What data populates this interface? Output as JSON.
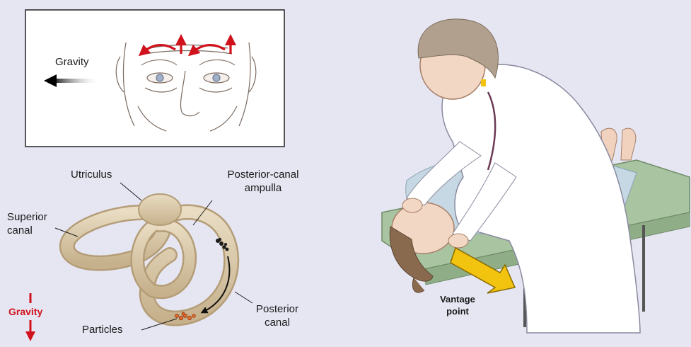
{
  "inset": {
    "gravity_label": "Gravity"
  },
  "ear": {
    "utriculus": "Utriculus",
    "ampulla_line1": "Posterior-canal",
    "ampulla_line2": "ampulla",
    "superior_line1": "Superior",
    "superior_line2": "canal",
    "posterior_line1": "Posterior",
    "posterior_line2": "canal",
    "particles": "Particles",
    "gravity_label": "Gravity"
  },
  "scene": {
    "vantage_line1": "Vantage",
    "vantage_line2": "point"
  },
  "colors": {
    "background": "#e6e6f3",
    "arrow_red": "#d0121c",
    "vantage_arrow": "#f2c40f",
    "canal": "#d8c7a6"
  }
}
